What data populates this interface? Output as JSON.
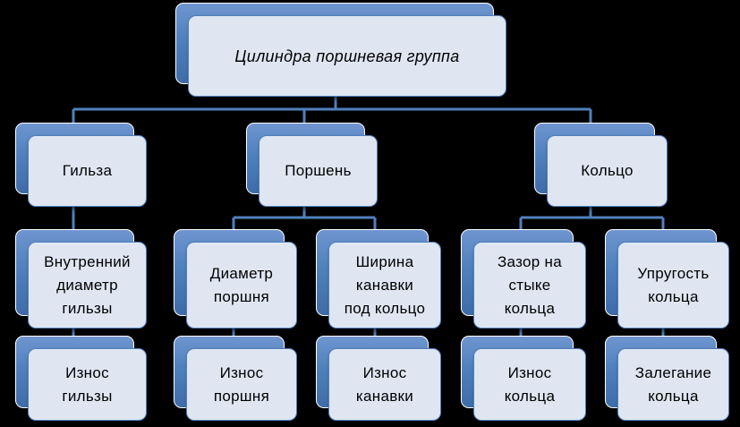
{
  "diagram": {
    "root": {
      "label": [
        "Цилиндра поршневая группа"
      ]
    },
    "branches": [
      {
        "label": [
          "Гильза"
        ],
        "params": [
          {
            "label": [
              "Внутренний",
              "диаметр",
              "гильзы"
            ],
            "wear": [
              "Износ",
              "гильзы"
            ]
          }
        ]
      },
      {
        "label": [
          "Поршень"
        ],
        "params": [
          {
            "label": [
              "Диаметр",
              "поршня"
            ],
            "wear": [
              "Износ",
              "поршня"
            ]
          },
          {
            "label": [
              "Ширина",
              "канавки",
              "под кольцо"
            ],
            "wear": [
              "Износ",
              "канавки"
            ]
          }
        ]
      },
      {
        "label": [
          "Кольцо"
        ],
        "params": [
          {
            "label": [
              "Зазор на",
              "стыке",
              "кольца"
            ],
            "wear": [
              "Износ",
              "кольца"
            ]
          },
          {
            "label": [
              "Упругость",
              "кольца"
            ],
            "wear": [
              "Залегание",
              "кольца"
            ]
          }
        ]
      }
    ],
    "colors": {
      "background": "#000000",
      "node_fill": "#dfe6f2",
      "node_accent": "#4f81bd",
      "connector": "#4f81bd"
    }
  }
}
